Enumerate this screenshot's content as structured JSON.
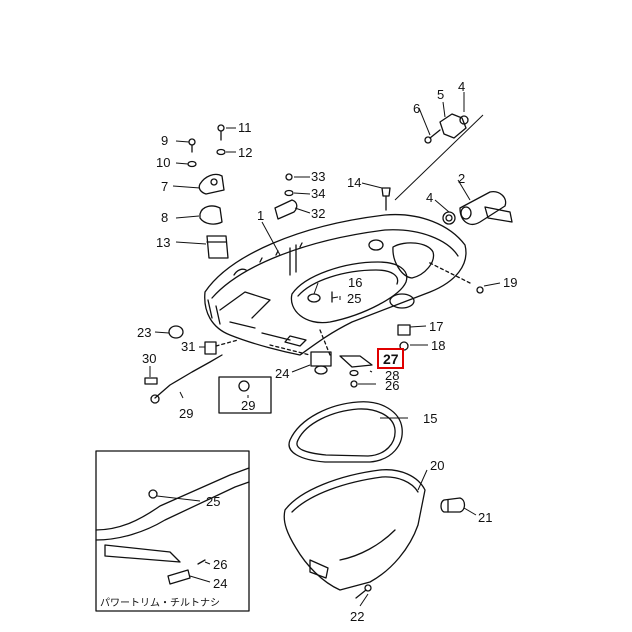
{
  "callouts": [
    {
      "id": "c1",
      "label": "1"
    },
    {
      "id": "c2",
      "label": "2"
    },
    {
      "id": "c4a",
      "label": "4"
    },
    {
      "id": "c4b",
      "label": "4"
    },
    {
      "id": "c5",
      "label": "5"
    },
    {
      "id": "c6",
      "label": "6"
    },
    {
      "id": "c7",
      "label": "7"
    },
    {
      "id": "c8",
      "label": "8"
    },
    {
      "id": "c9",
      "label": "9"
    },
    {
      "id": "c10",
      "label": "10"
    },
    {
      "id": "c11",
      "label": "11"
    },
    {
      "id": "c12",
      "label": "12"
    },
    {
      "id": "c13",
      "label": "13"
    },
    {
      "id": "c14",
      "label": "14"
    },
    {
      "id": "c15",
      "label": "15"
    },
    {
      "id": "c16",
      "label": "16"
    },
    {
      "id": "c17",
      "label": "17"
    },
    {
      "id": "c18",
      "label": "18"
    },
    {
      "id": "c19",
      "label": "19"
    },
    {
      "id": "c20",
      "label": "20"
    },
    {
      "id": "c21",
      "label": "21"
    },
    {
      "id": "c22",
      "label": "22"
    },
    {
      "id": "c23",
      "label": "23"
    },
    {
      "id": "c24",
      "label": "24"
    },
    {
      "id": "c25",
      "label": "25"
    },
    {
      "id": "c26",
      "label": "26"
    },
    {
      "id": "c27",
      "label": "27",
      "highlighted": true
    },
    {
      "id": "c28",
      "label": "28"
    },
    {
      "id": "c29a",
      "label": "29"
    },
    {
      "id": "c29b",
      "label": "29"
    },
    {
      "id": "c30",
      "label": "30"
    },
    {
      "id": "c31",
      "label": "31"
    },
    {
      "id": "c32",
      "label": "32"
    },
    {
      "id": "c33",
      "label": "33"
    },
    {
      "id": "c34",
      "label": "34"
    },
    {
      "id": "i25",
      "label": "25"
    },
    {
      "id": "i26",
      "label": "26"
    },
    {
      "id": "i24",
      "label": "24"
    }
  ],
  "inset": {
    "caption": "パワートリム・チルトナシ"
  },
  "highlight_color": "#e00000"
}
